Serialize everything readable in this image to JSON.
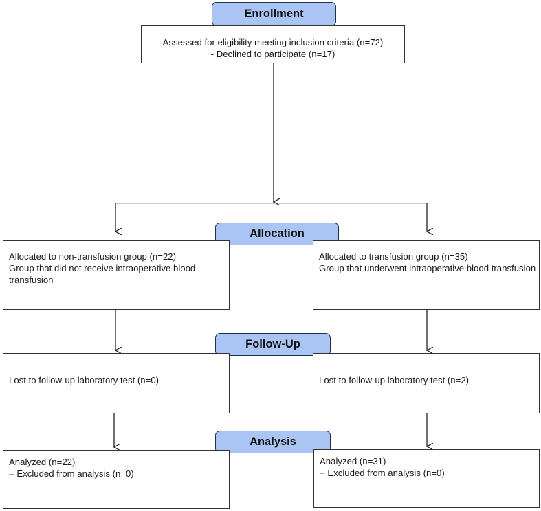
{
  "stages": {
    "enrollment": "Enrollment",
    "allocation": "Allocation",
    "follow_up": "Follow-Up",
    "analysis": "Analysis"
  },
  "enrollment_box": {
    "line1": "Assessed for eligibility meeting inclusion criteria (n=72)",
    "line2": "- Declined to participate (n=17)"
  },
  "left": {
    "allocation": {
      "line1": "Allocated to non-transfusion group (n=22)",
      "line2": "Group that did not receive intraoperative blood transfusion"
    },
    "follow_up": "Lost to follow-up laboratory test (n=0)",
    "analysis": {
      "line1": "Analyzed  (n=22)",
      "line2": "Excluded from analysis (n=0)"
    }
  },
  "right": {
    "allocation": {
      "line1": "Allocated to transfusion group (n=35)",
      "line2": "Group that underwent intraoperative blood transfusion"
    },
    "follow_up": "Lost to follow-up laboratory test (n=2)",
    "analysis": {
      "line1": "Analyzed  (n=31)",
      "line2": "Excluded from analysis (n=0)"
    }
  },
  "colors": {
    "stage_fill": "#aac4f4",
    "stage_border": "#1f2f4f",
    "line": "#222222"
  }
}
